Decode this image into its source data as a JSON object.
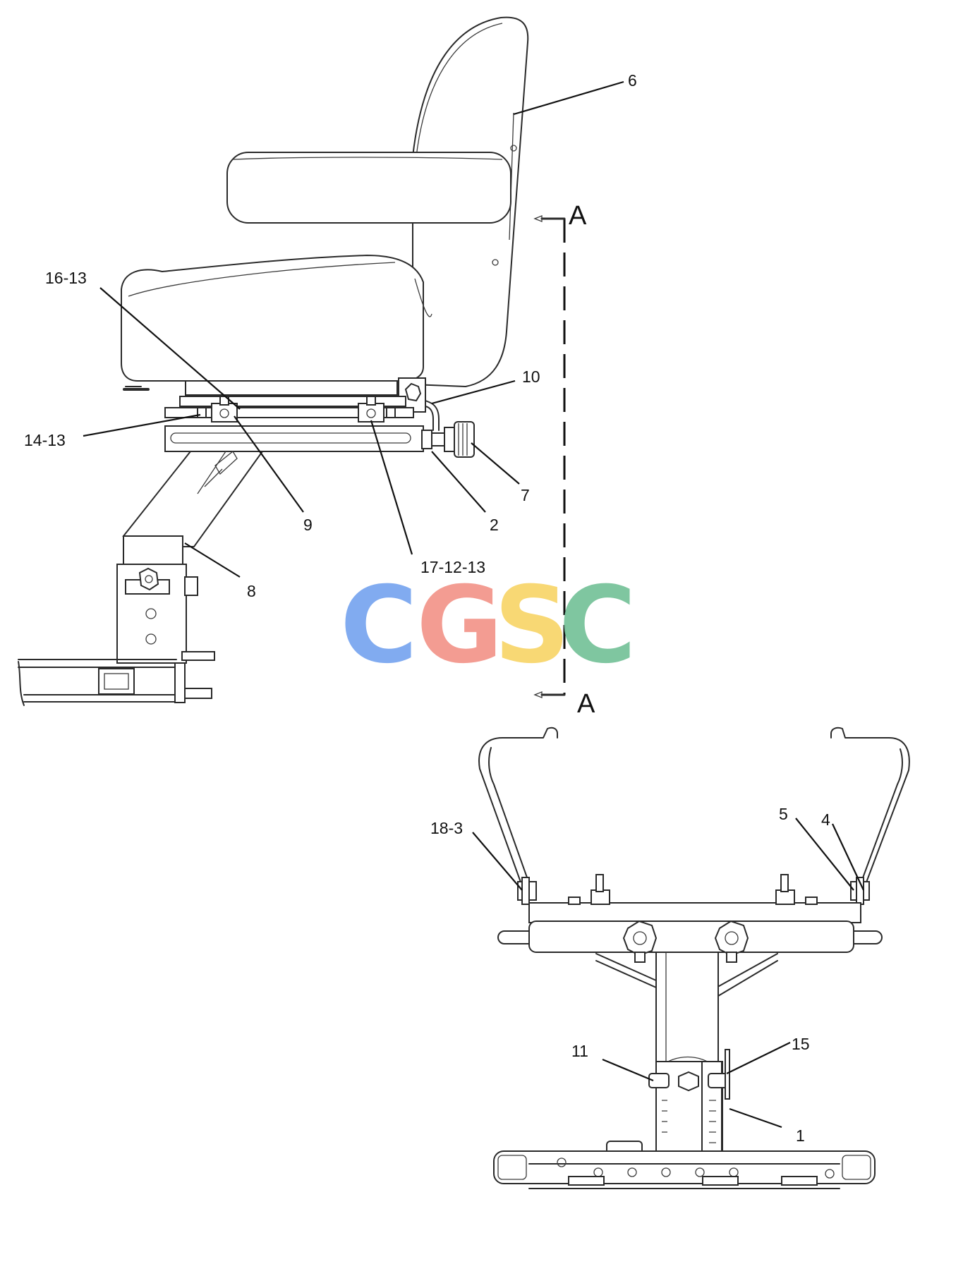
{
  "callouts": {
    "c6": "6",
    "c10": "10",
    "c16_13": "16-13",
    "c14_13": "14-13",
    "c7": "7",
    "c2": "2",
    "c9": "9",
    "c17_12_13": "17-12-13",
    "c8": "8",
    "c18_3": "18-3",
    "c5": "5",
    "c4": "4",
    "c11": "11",
    "c15": "15",
    "c1": "1"
  },
  "section_marks": {
    "top": "A",
    "bottom": "A"
  },
  "watermark": {
    "letters": [
      "C",
      "G",
      "S",
      "C"
    ],
    "colors": [
      "#7ba7f0",
      "#f3978d",
      "#f8d66d",
      "#79c39b"
    ]
  }
}
